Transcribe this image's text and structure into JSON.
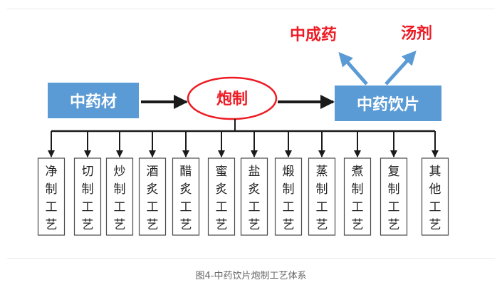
{
  "diagram": {
    "source": "中药材",
    "process": "炮制",
    "result": "中药饮片",
    "outputs": [
      "中成药",
      "汤剂"
    ],
    "techniques": [
      [
        "净",
        "制",
        "工",
        "艺"
      ],
      [
        "切",
        "制",
        "工",
        "艺"
      ],
      [
        "炒",
        "制",
        "工",
        "艺"
      ],
      [
        "酒",
        "炙",
        "工",
        "艺"
      ],
      [
        "醋",
        "炙",
        "工",
        "艺"
      ],
      [
        "蜜",
        "炙",
        "工",
        "艺"
      ],
      [
        "盐",
        "炙",
        "工",
        "艺"
      ],
      [
        "煅",
        "制",
        "工",
        "艺"
      ],
      [
        "蒸",
        "制",
        "工",
        "艺"
      ],
      [
        "煮",
        "制",
        "工",
        "艺"
      ],
      [
        "复",
        "制",
        "工",
        "艺"
      ],
      [
        "其",
        "他",
        "工",
        "艺"
      ]
    ]
  },
  "caption": "图4-中药饮片炮制工艺体系",
  "colors": {
    "box_blue": "#5b9bd5",
    "accent_red": "#ee1b24",
    "arrow_blue": "#5b9bd5",
    "line": "#1a1a1a"
  }
}
